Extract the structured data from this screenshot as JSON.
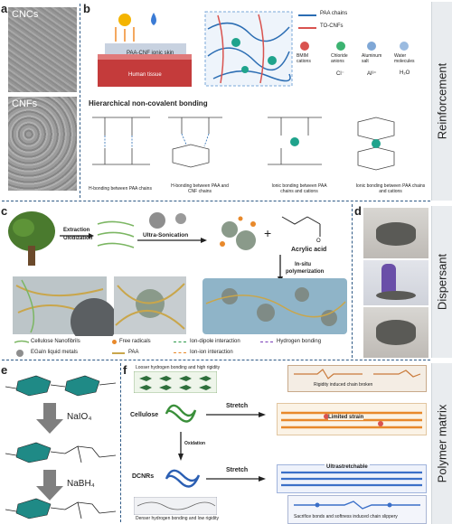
{
  "panels": {
    "a": "a",
    "b": "b",
    "c": "c",
    "d": "d",
    "e": "e",
    "f": "f"
  },
  "sidebar": {
    "reinforcement": "Reinforcement",
    "dispersant": "Dispersant",
    "polymer_matrix": "Polymer matrix"
  },
  "panel_a": {
    "cncs": "CNCs",
    "cnfs": "CNFs"
  },
  "panel_b": {
    "skin_label": "PAA-CNF ionic skin",
    "tissue_label": "Human tissue",
    "legend": {
      "paa": "PAA chains",
      "tocnf": "TO-CNFs",
      "bmim": "BMIM cations",
      "chloride": "Chloride anions",
      "aluminum": "Aluminum salt",
      "water": "Water molecules",
      "sym_cl": "Cl⁻",
      "sym_al": "Al³⁺",
      "sym_h2o": "H₂O"
    },
    "section_title": "Hierarchical non-covalent bonding",
    "bond_captions": [
      "H-bonding between PAA chains",
      "H-bonding between PAA and CNF chains",
      "Ionic bonding between PAA chains and cations",
      "Ionic bonding between PAA chains and cations"
    ]
  },
  "panel_c": {
    "extraction": "Extraction",
    "oxidization": "Oxidization",
    "ultrasonication": "Ultra-Sonication",
    "acrylic_acid": "Acrylic acid",
    "insitu": "In-situ",
    "polymerization": "polymerization",
    "legend": [
      {
        "key": "cnf",
        "label": "Cellulose Nanofibrils"
      },
      {
        "key": "radicals",
        "label": "Free radicals"
      },
      {
        "key": "iondipole",
        "label": "Ion-dipole interaction"
      },
      {
        "key": "hbond",
        "label": "Hydrogen bonding"
      },
      {
        "key": "egain",
        "label": "EGaIn liquid metals"
      },
      {
        "key": "paa",
        "label": "PAA"
      },
      {
        "key": "ionion",
        "label": "Ion-ion interaction"
      }
    ]
  },
  "panel_e": {
    "step1": "NaIO₄",
    "step2": "NaBH₄"
  },
  "panel_f": {
    "top_caption": "Looser hydrogen bonding and high rigidity",
    "cellulose": "Cellulose",
    "oxidation": "Oxidation",
    "dcnrs": "DCNRs",
    "stretch1": "Stretch",
    "stretch2": "Stretch",
    "rigidity": "Rigidity induced chain broken",
    "limited": "Limited strain",
    "ultra": "Ultrastretchable",
    "bottom_caption": "Denser hydrogen bonding and low rigidity",
    "sacrifice": "Sacrifice bonds and softness induced chain slippery"
  },
  "colors": {
    "dash": "#2f5a86",
    "paa": "#2b6db3",
    "cnf": "#7bb662",
    "teal": "#1fa38c",
    "orange": "#e8892b",
    "sidebar": "#e9ecef"
  }
}
